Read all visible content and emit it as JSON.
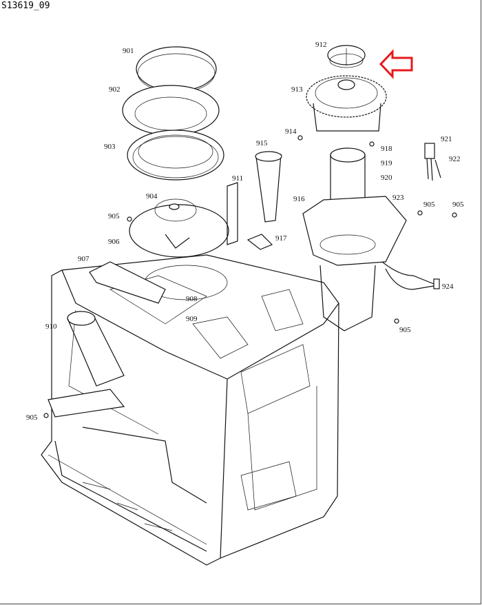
{
  "drawing_code": "S13619_09",
  "highlight_color": "#e8191c",
  "highlight_target": "912",
  "labels": {
    "l901": "901",
    "l902": "902",
    "l903": "903",
    "l904": "904",
    "l905a": "905",
    "l906": "906",
    "l907": "907",
    "l908": "908",
    "l909": "909",
    "l910": "910",
    "l911": "911",
    "l912": "912",
    "l913": "913",
    "l914": "914",
    "l915": "915",
    "l916": "916",
    "l917": "917",
    "l918": "918",
    "l919": "919",
    "l920": "920",
    "l921": "921",
    "l922": "922",
    "l923": "923",
    "l924": "924",
    "l905b": "905",
    "l905c": "905",
    "l905d": "905",
    "l905e": "905"
  }
}
